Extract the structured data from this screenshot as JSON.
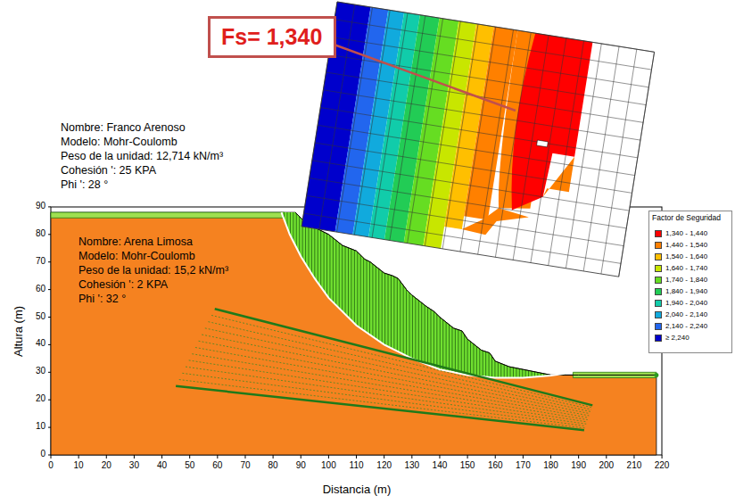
{
  "diagram": {
    "nodes": [
      {
        "text": [
          "Fs= 1,340"
        ]
      }
    ],
    "labels": [
      "Nombre: Franco Arenoso",
      "Modelo: Mohr-Coulomb",
      "Peso de la unidad: 12,714 kN/m³",
      "Cohesión ': 25 KPA",
      "Phi ': 28 °",
      "Nombre: Arena Limosa",
      "Modelo: Mohr-Coulomb",
      "Peso de la unidad: 15,2 kN/m³",
      "Cohesión ': 2 KPA",
      "Phi ': 32 °",
      "Altura (m)",
      "Distancia (m)",
      "0",
      "10",
      "20",
      "30",
      "40",
      "50",
      "60",
      "70",
      "80",
      "90",
      "0",
      "10",
      "20",
      "30",
      "40",
      "50",
      "60",
      "70",
      "80",
      "90",
      "100",
      "110",
      "120",
      "130",
      "140",
      "150",
      "160",
      "170",
      "180",
      "190",
      "200",
      "210",
      "220",
      "Factor de Seguridad"
    ],
    "legend": [
      {
        "text": "1,340 - 1,440",
        "color": "#ff0000"
      },
      {
        "text": "1,440 - 1,540",
        "color": "#ff8000"
      },
      {
        "text": "1,540 - 1,640",
        "color": "#ffbf00"
      },
      {
        "text": "1,640 - 1,740",
        "color": "#c8e600"
      },
      {
        "text": "1,740 - 1,840",
        "color": "#66dd22"
      },
      {
        "text": "1,840 - 1,940",
        "color": "#22cc55"
      },
      {
        "text": "1,940 - 2,040",
        "color": "#11ccaa"
      },
      {
        "text": "2,040 - 2,140",
        "color": "#11aadd"
      },
      {
        "text": "2,140 - 2,240",
        "color": "#2266ee"
      },
      {
        "text": "≥ 2,240",
        "color": "#0000cc"
      }
    ]
  }
}
